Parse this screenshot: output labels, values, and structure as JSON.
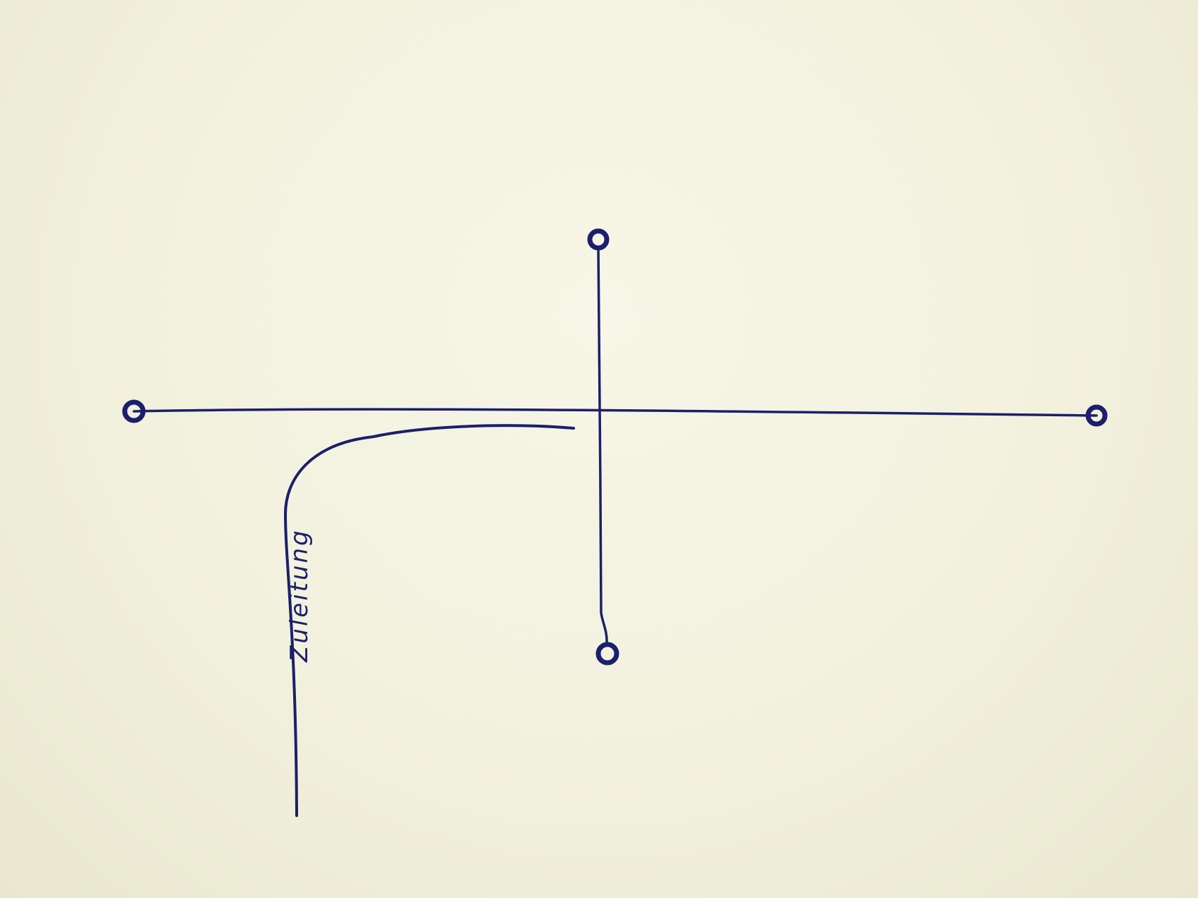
{
  "diagram": {
    "ink_color": "#1c1f6b",
    "paper_color": "#f3f2df",
    "nodes": [
      {
        "id": "left"
      },
      {
        "id": "right"
      },
      {
        "id": "top"
      },
      {
        "id": "bottom"
      }
    ],
    "edges": [
      {
        "from": "left",
        "to": "right"
      },
      {
        "from": "top",
        "to": "bottom"
      }
    ],
    "feed_line": {
      "label": "Zuleitung"
    }
  }
}
